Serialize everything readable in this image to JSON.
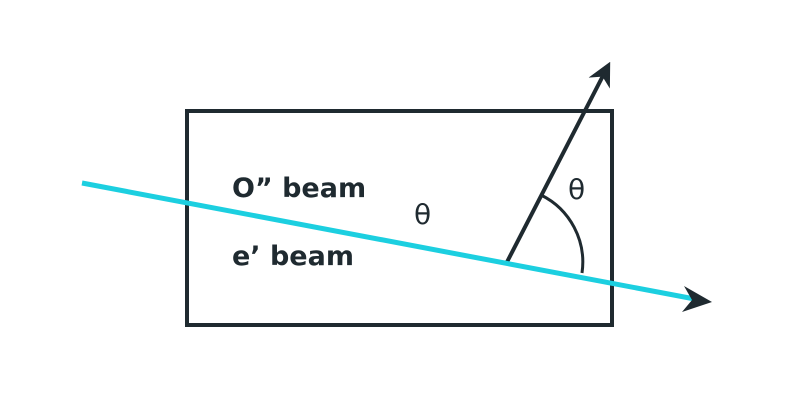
{
  "labels": {
    "o_beam": "O” beam",
    "e_beam": "e’ beam",
    "theta_center": "θ",
    "theta_right": "θ"
  },
  "colors": {
    "beam": "#1ccfe0",
    "stroke": "#1f2a30"
  }
}
